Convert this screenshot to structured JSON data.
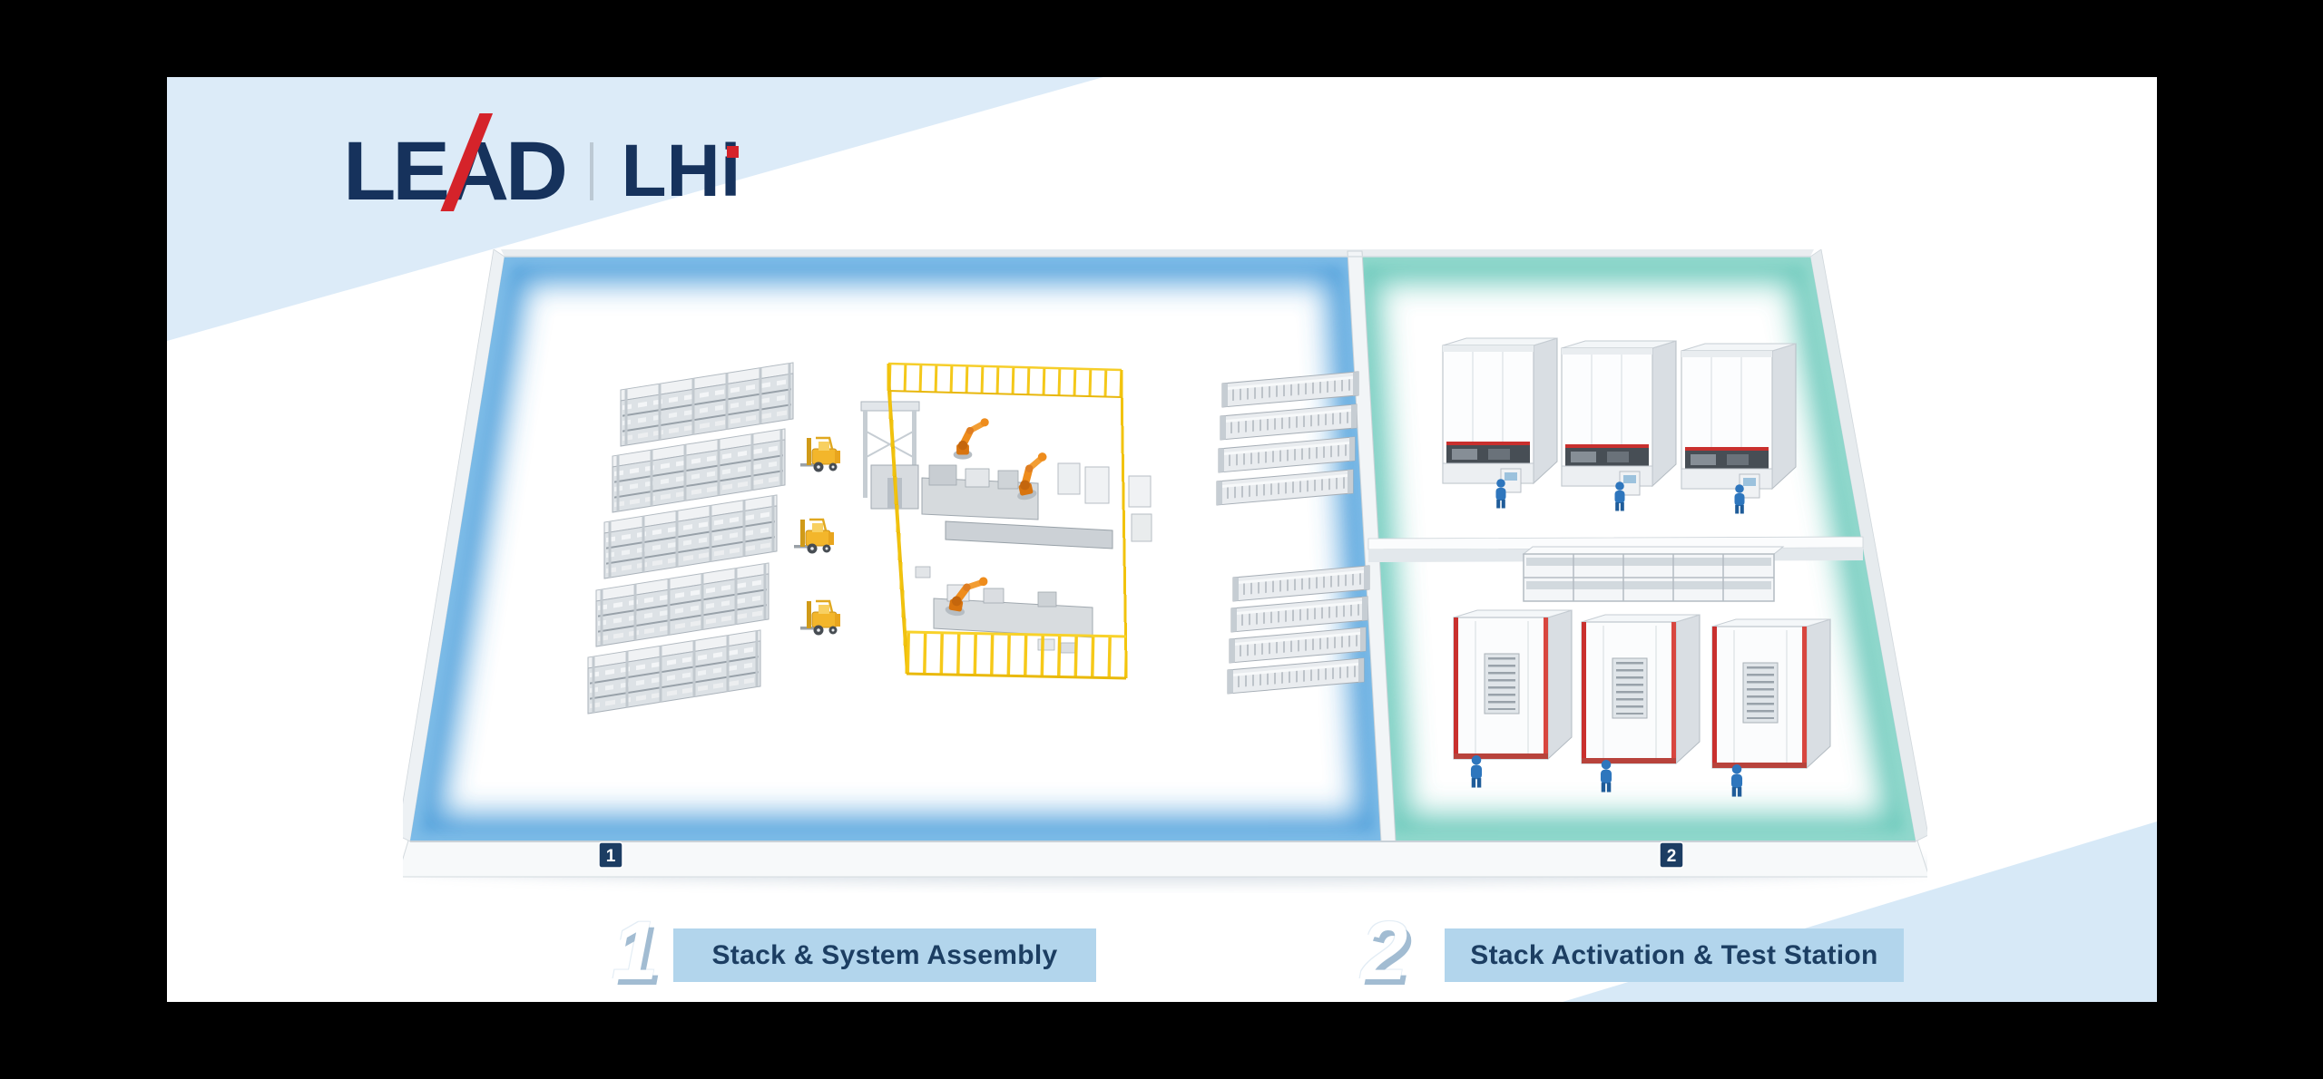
{
  "slide": {
    "frame_background": "#000000",
    "background": "#ffffff",
    "corner_accent_color": "#dcebf8"
  },
  "logo": {
    "primary": "LEAD",
    "secondary": "LHi",
    "primary_color": "#16325c",
    "accent_color": "#d5232a"
  },
  "factory": {
    "zone1": {
      "floor_tag": "1",
      "glow_color": "#3f97d8",
      "equipment": [
        "storage-racks",
        "forklifts",
        "stair-platform",
        "safety-fenced-robot-cell",
        "robot-arms",
        "assembly-line",
        "conveyor-racks"
      ]
    },
    "zone2": {
      "floor_tag": "2",
      "glow_color": "#54c1b1",
      "equipment": [
        "test-chambers-top-row",
        "storage-shelf",
        "test-chambers-bottom-row",
        "operators"
      ]
    }
  },
  "legend": {
    "ribbon_color": "#b2d5ec",
    "text_color": "#1c3e62",
    "items": [
      {
        "number": "1",
        "label": "Stack & System Assembly"
      },
      {
        "number": "2",
        "label": "Stack Activation & Test Station"
      }
    ]
  }
}
